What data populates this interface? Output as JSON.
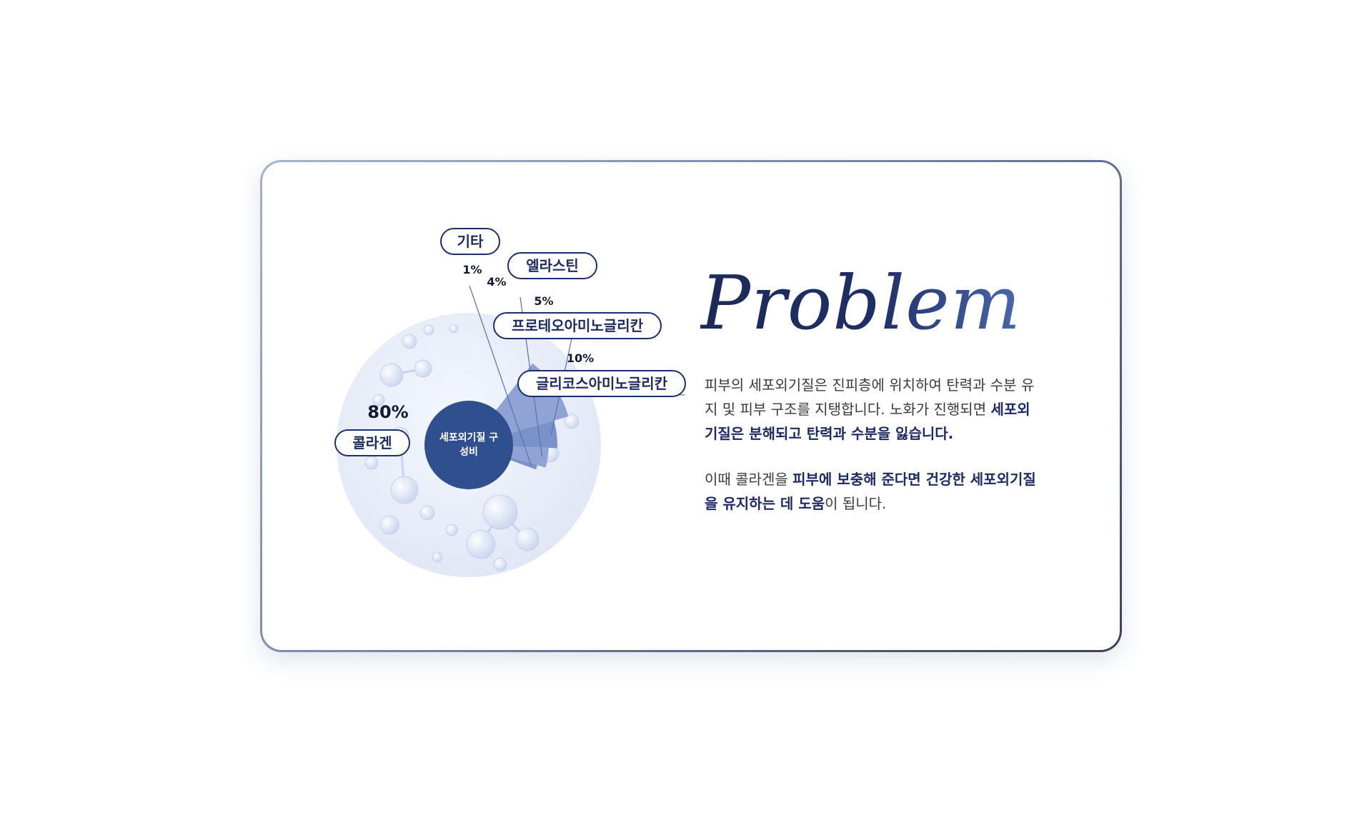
{
  "colors": {
    "accent": "#2f4f8f",
    "slice_light": "#8fa3d4",
    "slice_dark": "#7b91c9",
    "pill_border": "#1d2f6b",
    "text_bold": "#1c2a66"
  },
  "chart_data": {
    "type": "pie",
    "center_label": "세포외기질 구성비",
    "slices": [
      {
        "label": "콜라겐",
        "value": 80,
        "display": "80%"
      },
      {
        "label": "글리코스아미노글리칸",
        "value": 10,
        "display": "10%"
      },
      {
        "label": "프로테오아미노글리칸",
        "value": 5,
        "display": "5%"
      },
      {
        "label": "엘라스틴",
        "value": 4,
        "display": "4%"
      },
      {
        "label": "기타",
        "value": 1,
        "display": "1%"
      }
    ]
  },
  "heading": "Problem",
  "description": {
    "p1": [
      {
        "text": "피부의 세포외기질은 진피층에 위치하여 탄력과 수분 유지 및 피부 구조를 지탱합니다. 노화가 진행되면 ",
        "bold": false
      },
      {
        "text": "세포외기질은 분해되고 탄력과 수분을 잃습니다.",
        "bold": true
      }
    ],
    "p2": [
      {
        "text": "이때 콜라겐을 ",
        "bold": false
      },
      {
        "text": "피부에 보충해 준다면 건강한 세포외기질을 유지하는 데 도움",
        "bold": true
      },
      {
        "text": "이 됩니다.",
        "bold": false
      }
    ]
  }
}
